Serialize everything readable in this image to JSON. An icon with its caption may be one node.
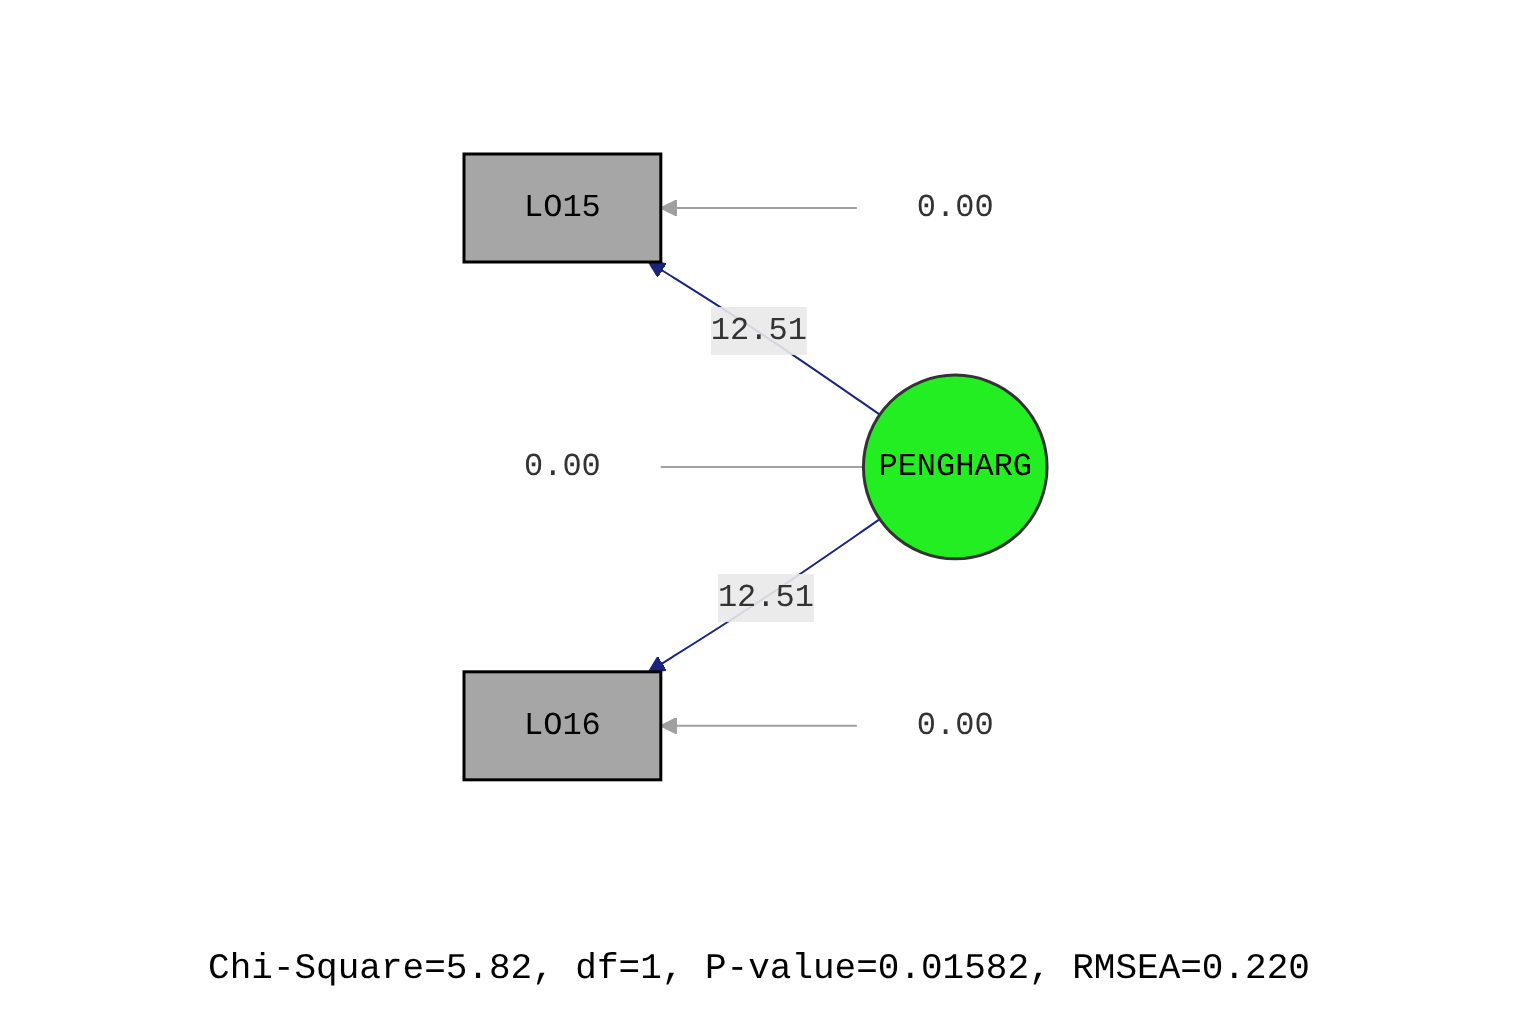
{
  "diagram": {
    "caption": "Chi-Square=5.82, df=1, P-value=0.01582, RMSEA=0.220",
    "nodes": [
      {
        "text": [
          "0.00"
        ]
      },
      {
        "text": [
          "LO15"
        ]
      },
      {
        "text": [
          "PENGHARG"
        ]
      },
      {
        "text": [
          "0.00"
        ]
      },
      {
        "text": [
          "0.00"
        ]
      },
      {
        "text": [
          "LO16"
        ]
      }
    ],
    "edges": [
      {
        "from": 0,
        "to": 1,
        "arrow": "to",
        "color": "#a0a0a0"
      },
      {
        "from": 2,
        "to": 1,
        "arrow": "to",
        "label": "12.51",
        "color": "#1a237e"
      },
      {
        "from": 2,
        "to": 3,
        "arrow": "none",
        "color": "#a0a0a0"
      },
      {
        "from": 4,
        "to": 5,
        "arrow": "to",
        "color": "#a0a0a0"
      },
      {
        "from": 2,
        "to": 5,
        "arrow": "to",
        "label": "12.51",
        "color": "#1a237e"
      }
    ]
  }
}
